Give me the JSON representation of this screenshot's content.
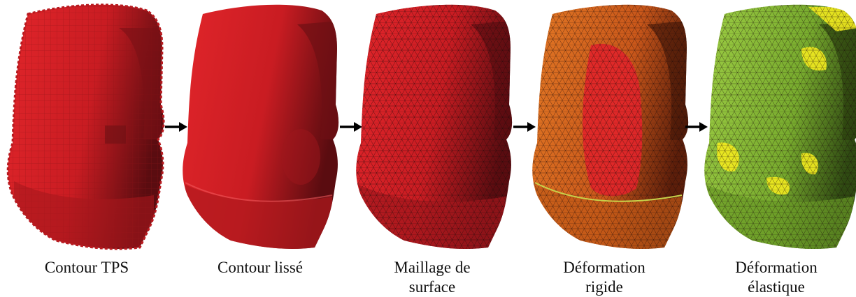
{
  "steps": [
    {
      "id": "tps",
      "line1": "Contour TPS",
      "line2": ""
    },
    {
      "id": "smooth",
      "line1": "Contour lissé",
      "line2": ""
    },
    {
      "id": "mesh",
      "line1": "Maillage de",
      "line2": "surface"
    },
    {
      "id": "rigid",
      "line1": "Déformation",
      "line2": "rigide"
    },
    {
      "id": "elastic",
      "line1": "Déformation",
      "line2": "élastique"
    }
  ],
  "colors": {
    "organ_red": "#d41e24",
    "organ_dark": "#6e1014",
    "rigid_orange": "#d9661c",
    "elastic_green": "#8fc43a",
    "highlight_yellow": "#f2ea1f",
    "mesh_line": "#1a0a0a",
    "arrow": "#000000"
  },
  "icons": [
    "right-arrow-icon"
  ]
}
